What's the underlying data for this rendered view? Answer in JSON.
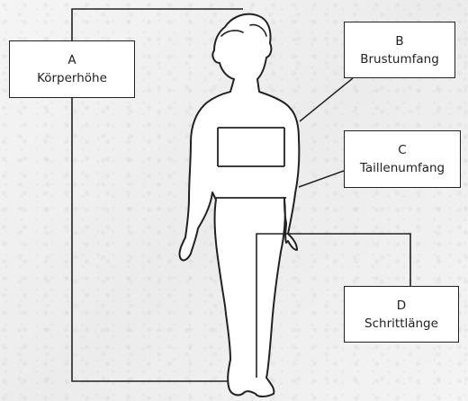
{
  "colors": {
    "background": "#f2f2f2",
    "stroke": "#222222",
    "box_fill": "#ffffff",
    "silhouette_fill": "#ffffff"
  },
  "measurements": [
    {
      "letter": "A",
      "name": "Körperhöhe"
    },
    {
      "letter": "B",
      "name": "Brustumfang"
    },
    {
      "letter": "C",
      "name": "Taillenumfang"
    },
    {
      "letter": "D",
      "name": "Schrittlänge"
    }
  ]
}
